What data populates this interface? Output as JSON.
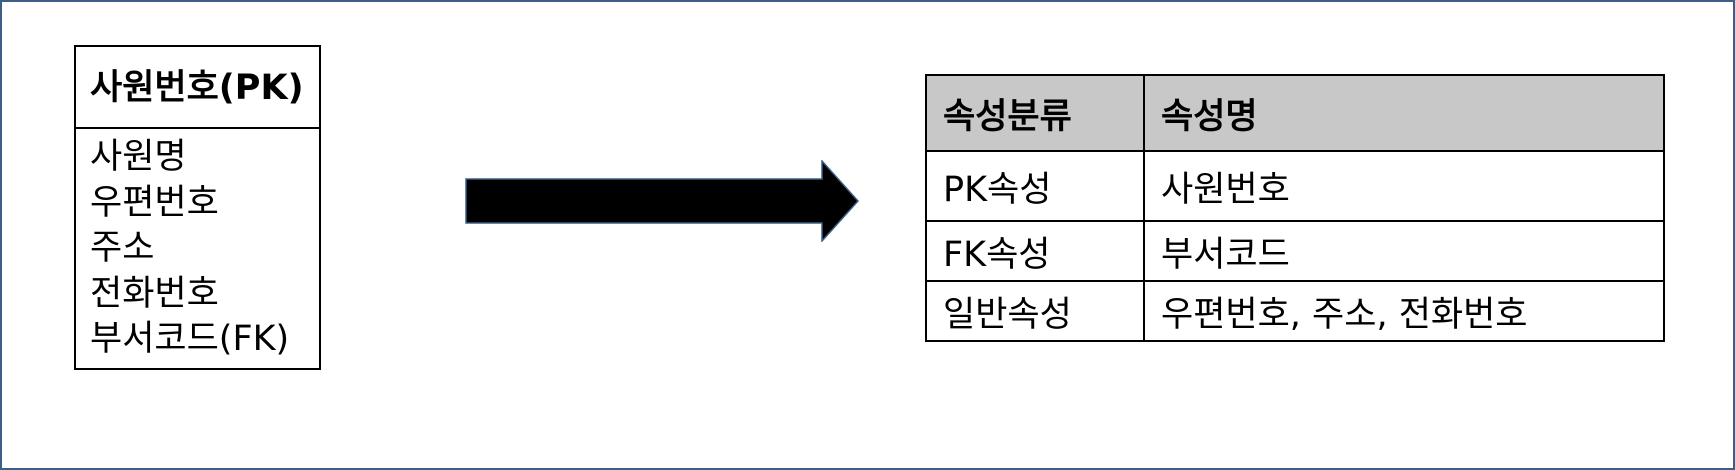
{
  "entity": {
    "primary_key": "사원번호(PK)",
    "attributes": [
      "사원명",
      "우편번호",
      "주소",
      "전화번호",
      "부서코드(FK)"
    ]
  },
  "table": {
    "headers": [
      "속성분류",
      "속성명"
    ],
    "rows": [
      [
        "PK속성",
        "사원번호"
      ],
      [
        "FK속성",
        "부서코드"
      ],
      [
        "일반속성",
        "우편번호, 주소, 전화번호"
      ]
    ]
  },
  "colors": {
    "header_fill": "#c8c8c8",
    "border": "#000000",
    "frame_border": "#3b5f86",
    "arrow_fill": "#000000",
    "arrow_outline": "#3b5f86"
  }
}
